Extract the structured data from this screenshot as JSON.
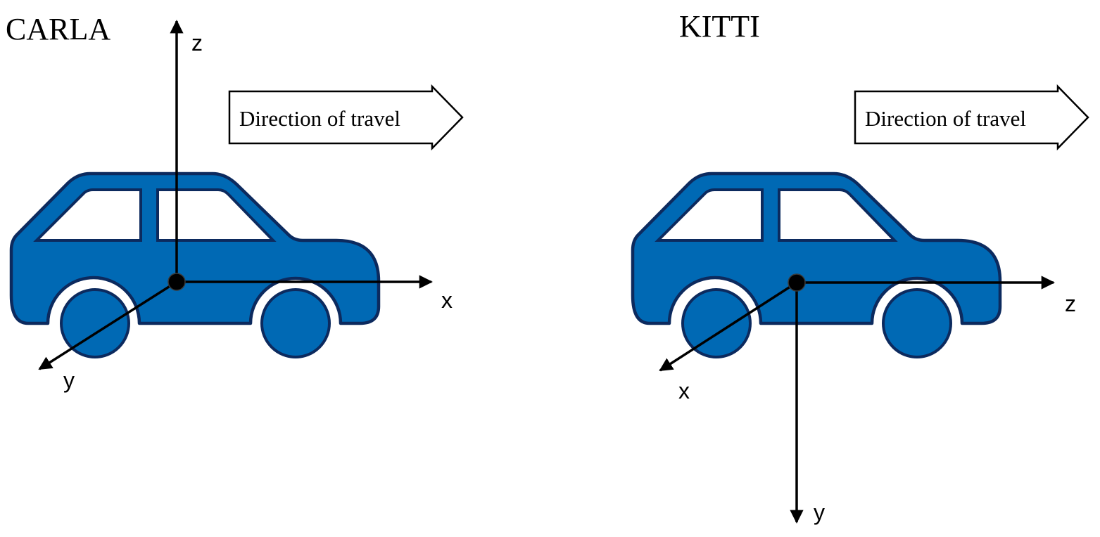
{
  "colors": {
    "car_fill": "#0069B4",
    "car_outline": "#0C2A5E",
    "window_fill": "#FFFFFF",
    "axis": "#000000",
    "origin": "#000000"
  },
  "panels": [
    {
      "title": "CARLA",
      "direction_label": "Direction of travel",
      "axes": {
        "up": "z",
        "forward": "x",
        "lateral": "y"
      }
    },
    {
      "title": "KITTI",
      "direction_label": "Direction of travel",
      "axes": {
        "forward": "z",
        "lateral": "x",
        "down": "y"
      }
    }
  ]
}
